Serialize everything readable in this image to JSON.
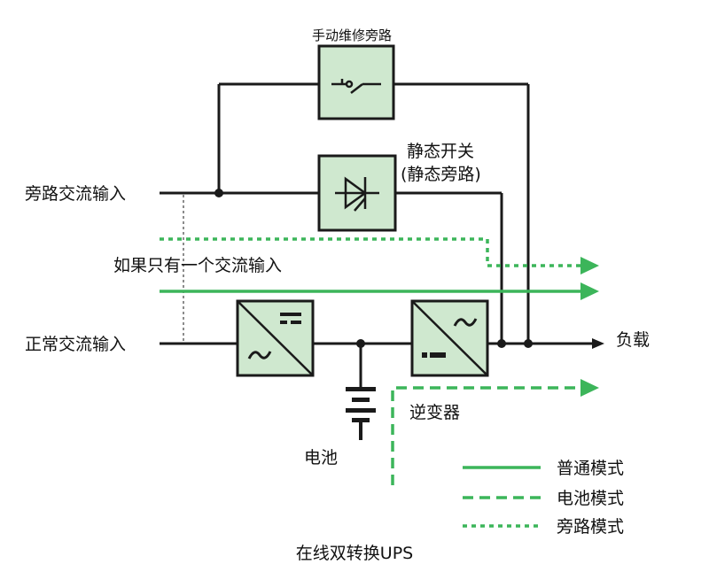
{
  "labels": {
    "manual_bypass": "手动维修旁路",
    "static_switch_line1": "静态开关",
    "static_switch_line2": "(静态旁路)",
    "bypass_input": "旁路交流输入",
    "normal_input": "正常交流输入",
    "single_input_note": "如果只有一个交流输入",
    "load": "负载",
    "inverter": "逆变器",
    "battery": "电池",
    "caption": "在线双转换UPS"
  },
  "legend": [
    {
      "label": "普通模式",
      "style": "solid"
    },
    {
      "label": "电池模式",
      "style": "dashed"
    },
    {
      "label": "旁路模式",
      "style": "dotted"
    }
  ],
  "colors": {
    "line": "#1a1a1a",
    "box_fill": "#cfe8cf",
    "flow": "#3cb55a"
  }
}
